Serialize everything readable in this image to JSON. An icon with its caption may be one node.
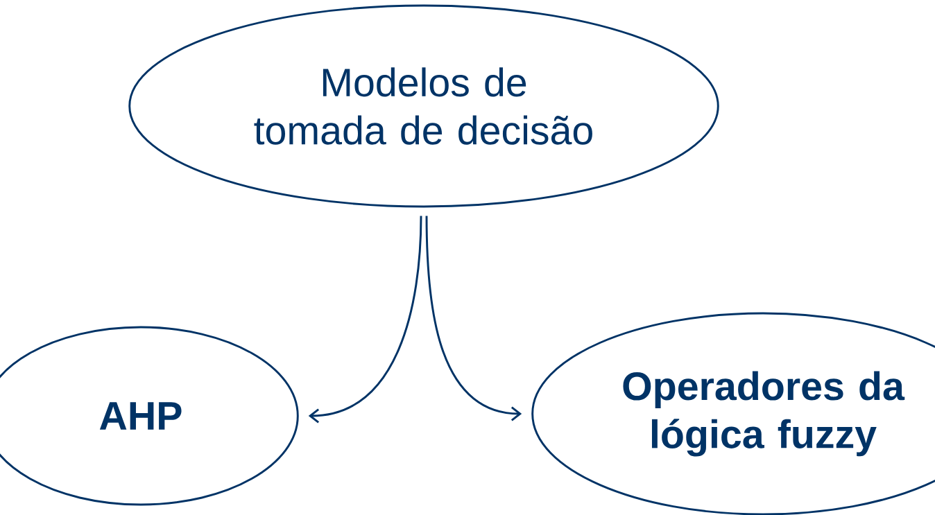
{
  "diagram": {
    "nodes": [
      {
        "text": [
          "Modelos de tomada de decisão"
        ]
      },
      {
        "text": [
          "AHP"
        ]
      },
      {
        "text": [
          "Operadores da lógica fuzzy"
        ]
      }
    ],
    "edges": [
      {
        "from": 0,
        "to": 1,
        "arrow": "to"
      },
      {
        "from": 0,
        "to": 2,
        "arrow": "to"
      }
    ]
  }
}
